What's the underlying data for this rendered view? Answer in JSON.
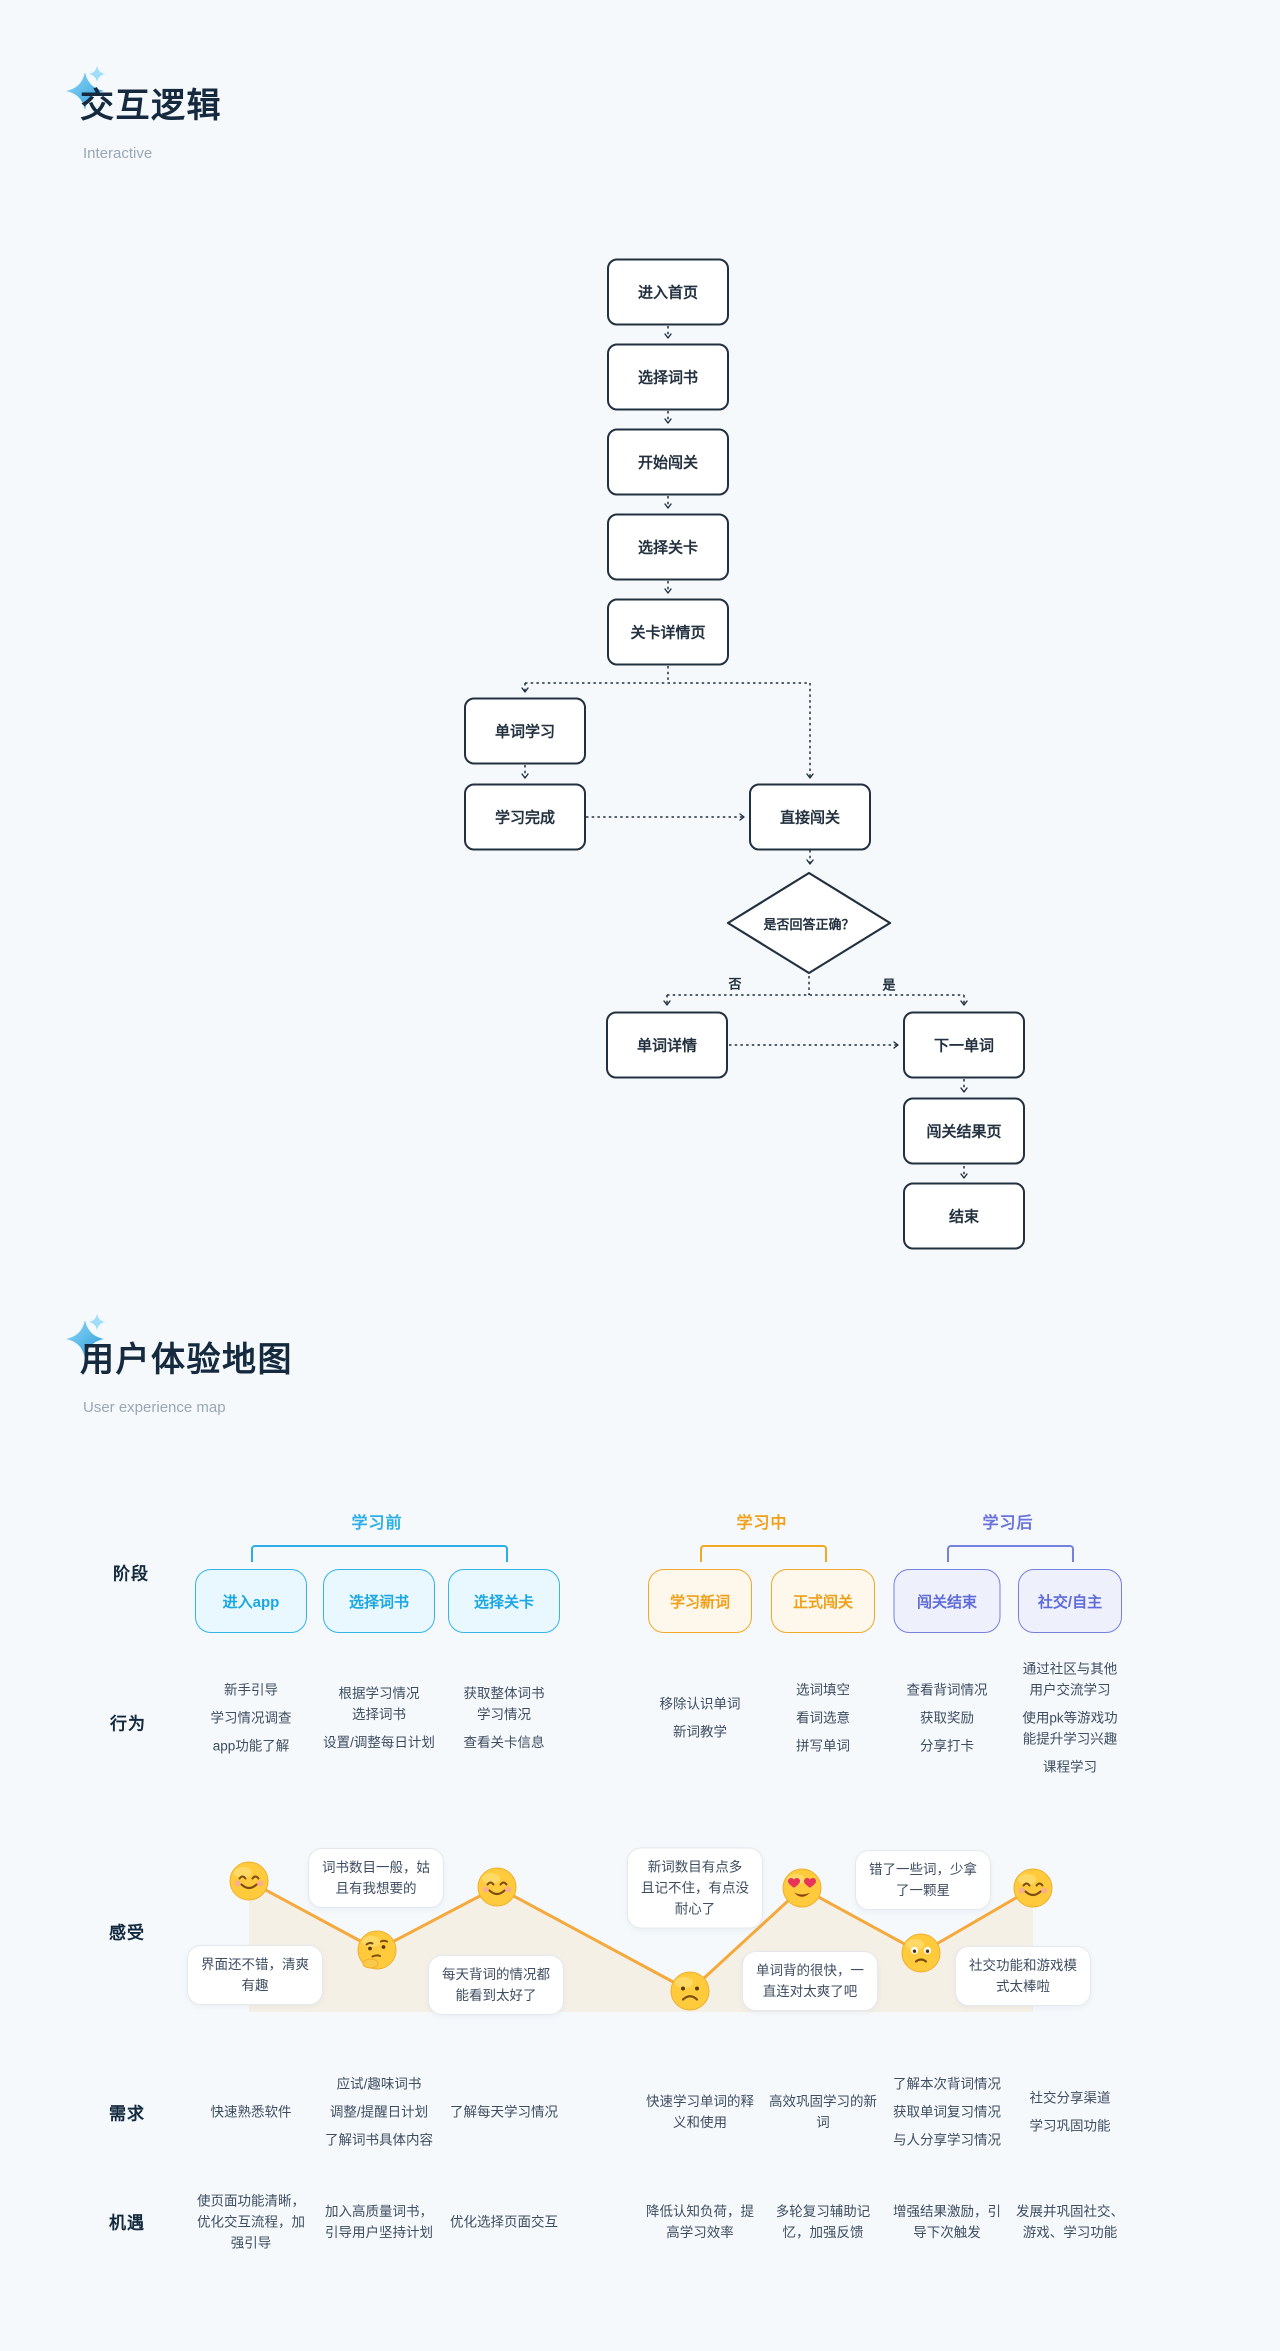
{
  "page": {
    "background": "#F5F9FC"
  },
  "flow_section": {
    "title": "交互逻辑",
    "subtitle": "Interactive",
    "nodes": [
      {
        "id": "enter-home",
        "label": "进入首页",
        "shape": "box"
      },
      {
        "id": "choose-book",
        "label": "选择词书",
        "shape": "box"
      },
      {
        "id": "start-challenge",
        "label": "开始闯关",
        "shape": "box"
      },
      {
        "id": "choose-level",
        "label": "选择关卡",
        "shape": "box"
      },
      {
        "id": "level-detail",
        "label": "关卡详情页",
        "shape": "box"
      },
      {
        "id": "word-learning",
        "label": "单词学习",
        "shape": "box"
      },
      {
        "id": "learning-done",
        "label": "学习完成",
        "shape": "box"
      },
      {
        "id": "direct-challenge",
        "label": "直接闯关",
        "shape": "box"
      },
      {
        "id": "is-correct",
        "label": "是否回答正确？",
        "shape": "diamond"
      },
      {
        "id": "word-detail",
        "label": "单词详情",
        "shape": "box"
      },
      {
        "id": "next-word",
        "label": "下一单词",
        "shape": "box"
      },
      {
        "id": "result-page",
        "label": "闯关结果页",
        "shape": "box"
      },
      {
        "id": "end",
        "label": "结束",
        "shape": "box"
      }
    ],
    "branch_labels": {
      "no": "否",
      "yes": "是"
    }
  },
  "ux_section": {
    "title": "用户体验地图",
    "subtitle": "User experience map",
    "row_labels": {
      "stage": "阶段",
      "behavior": "行为",
      "feeling": "感受",
      "need": "需求",
      "opportunity": "机遇"
    },
    "phases": [
      {
        "label": "学习前",
        "color": "#2BAFE6"
      },
      {
        "label": "学习中",
        "color": "#F2A827"
      },
      {
        "label": "学习后",
        "color": "#7680DD"
      }
    ],
    "stages": [
      {
        "label": "进入app",
        "phase": 0
      },
      {
        "label": "选择词书",
        "phase": 0
      },
      {
        "label": "选择关卡",
        "phase": 0
      },
      {
        "label": "学习新词",
        "phase": 1
      },
      {
        "label": "正式闯关",
        "phase": 1
      },
      {
        "label": "闯关结束",
        "phase": 2
      },
      {
        "label": "社交/自主",
        "phase": 2
      }
    ],
    "behaviors": [
      [
        "新手引导",
        "学习情况调查",
        "app功能了解"
      ],
      [
        "根据学习情况\n选择词书",
        "设置/调整每日计划"
      ],
      [
        "获取整体词书\n学习情况",
        "查看关卡信息"
      ],
      [
        "移除认识单词",
        "新词教学"
      ],
      [
        "选词填空",
        "看词选意",
        "拼写单词"
      ],
      [
        "查看背词情况",
        "获取奖励",
        "分享打卡"
      ],
      [
        "通过社区与其他\n用户交流学习",
        "使用pk等游戏功\n能提升学习兴趣",
        "课程学习"
      ]
    ],
    "feelings": {
      "points": [
        {
          "emoji": "smiling-blush",
          "level": "high",
          "quote": "界面还不错，清爽\n有趣"
        },
        {
          "emoji": "thinking",
          "level": "low",
          "quote": "词书数目一般，姑\n且有我想要的"
        },
        {
          "emoji": "smiling-blush",
          "level": "high",
          "quote": "每天背词的情况都\n能看到太好了"
        },
        {
          "emoji": "sad",
          "level": "low",
          "quote": "新词数目有点多\n且记不住，有点没\n耐心了"
        },
        {
          "emoji": "heart-eyes",
          "level": "high",
          "quote": "单词背的很快，一\n直连对太爽了吧"
        },
        {
          "emoji": "worried",
          "level": "mid-low",
          "quote": "错了一些词，少拿\n了一颗星"
        },
        {
          "emoji": "smiling-blush",
          "level": "high",
          "quote": "社交功能和游戏模\n式太棒啦"
        }
      ],
      "line_color": "#F5A93C"
    },
    "needs": [
      [
        "快速熟悉软件"
      ],
      [
        "应试/趣味词书",
        "调整/提醒日计划",
        "了解词书具体内容"
      ],
      [
        "了解每天学习情况"
      ],
      [
        "快速学习单词的释\n义和使用"
      ],
      [
        "高效巩固学习的新\n词"
      ],
      [
        "了解本次背词情况",
        "获取单词复习情况",
        "与人分享学习情况"
      ],
      [
        "社交分享渠道",
        "学习巩固功能"
      ]
    ],
    "opportunities": [
      [
        "使页面功能清晰，\n优化交互流程，加\n强引导"
      ],
      [
        "加入高质量词书，\n引导用户坚持计划"
      ],
      [
        "优化选择页面交互"
      ],
      [
        "降低认知负荷，提\n高学习效率"
      ],
      [
        "多轮复习辅助记\n忆，加强反馈"
      ],
      [
        "增强结果激励，引\n导下次触发"
      ],
      [
        "发展并巩固社交、\n游戏、学习功能"
      ]
    ]
  }
}
